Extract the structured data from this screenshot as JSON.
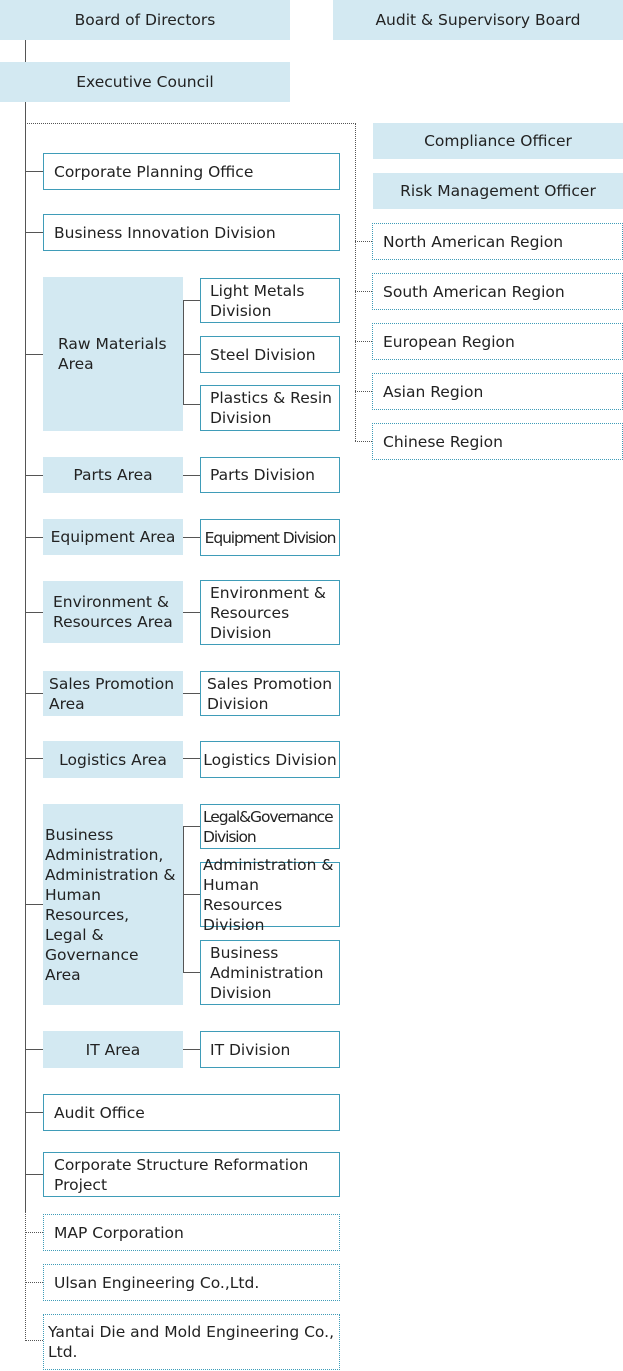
{
  "top": {
    "board": "Board of Directors",
    "audit_board": "Audit & Supervisory Board",
    "executive": "Executive Council"
  },
  "officers": {
    "compliance": "Compliance Officer",
    "risk": "Risk Management Officer"
  },
  "regions": [
    "North American Region",
    "South American Region",
    "European Region",
    "Asian Region",
    "Chinese Region"
  ],
  "offices": {
    "corporate_planning": "Corporate Planning Office",
    "business_innovation": "Business Innovation Division",
    "audit_office": "Audit Office",
    "reformation": "Corporate Structure Reformation\nProject"
  },
  "areas": {
    "raw_materials": {
      "label": "Raw Materials\nArea",
      "divisions": [
        "Light Metals\nDivision",
        "Steel Division",
        "Plastics & Resin\nDivision"
      ]
    },
    "parts": {
      "label": "Parts Area",
      "division": "Parts Division"
    },
    "equipment": {
      "label": "Equipment Area",
      "division": "Equipment Division"
    },
    "environment": {
      "label": "Environment &\nResources Area",
      "division": "Environment &\nResources\nDivision"
    },
    "sales": {
      "label": "Sales Promotion\nArea",
      "division": "Sales Promotion\nDivision"
    },
    "logistics": {
      "label": "Logistics Area",
      "division": "Logistics Division"
    },
    "admin": {
      "label": "Business\nAdministration,\nAdministration &\nHuman Resources,\nLegal &\nGovernance\nArea",
      "divisions": [
        "Legal&Governance\nDivision",
        "Administration &\nHuman Resources\nDivision",
        "Business\nAdministration\nDivision"
      ]
    },
    "it": {
      "label": "IT Area",
      "division": "IT Division"
    }
  },
  "affiliates": [
    "MAP Corporation",
    "Ulsan Engineering Co.,Ltd.",
    "Yantai Die and Mold Engineering Co.,\nLtd."
  ]
}
